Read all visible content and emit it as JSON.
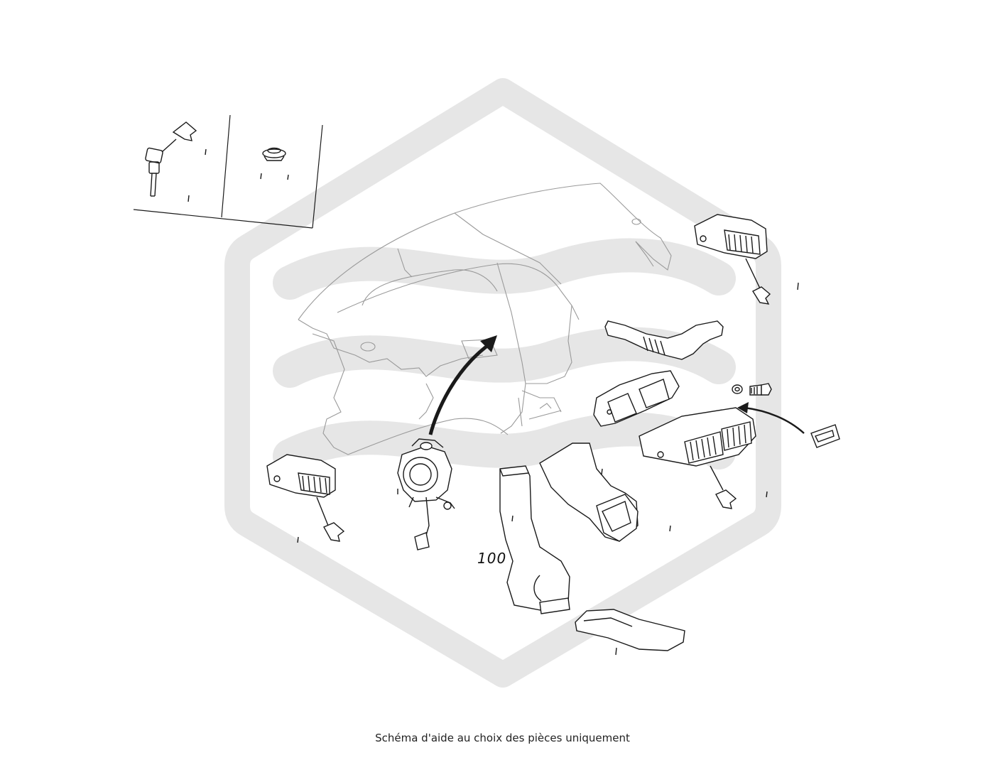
{
  "diagram": {
    "part_number_label": "100",
    "caption": "Schéma d'aide au choix des pièces uniquement",
    "colors": {
      "watermark": "#e6e6e6",
      "line": "#1a1a1a",
      "ghost_line": "#9a9a9a",
      "background": "#ffffff"
    },
    "parts": [
      "ambient-temperature-sensor",
      "grommet",
      "dashboard-panel",
      "right-side-air-vent",
      "defroster-duct",
      "center-vent-frame",
      "center-air-vent",
      "screw",
      "washer",
      "connector-clip",
      "left-side-air-vent",
      "heater-motor-actuator",
      "footwell-duct-left",
      "footwell-duct-right",
      "rear-floor-duct"
    ]
  }
}
